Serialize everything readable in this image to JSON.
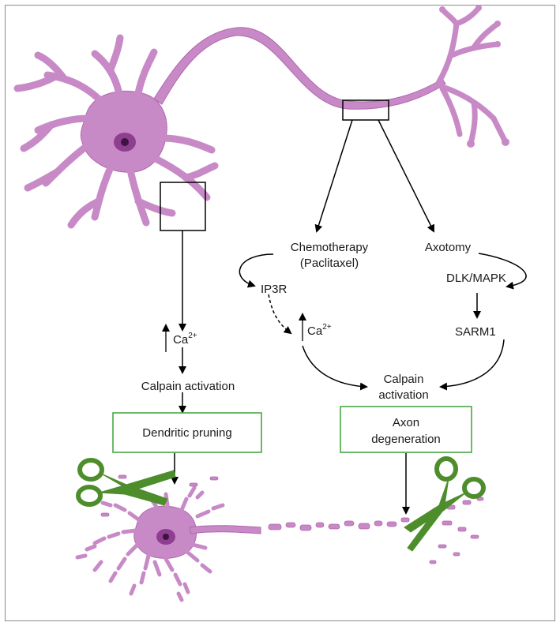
{
  "colors": {
    "neuron_fill": "#c88ac6",
    "neuron_stroke": "#b066ae",
    "nucleus": "#8e3f8f",
    "nucleolus": "#3e1241",
    "scissors": "#4e8d2c",
    "box_border": "#3da23a",
    "arrow": "#000000"
  },
  "labels": {
    "chemotherapy": "Chemotherapy",
    "paclitaxel": "(Paclitaxel)",
    "axotomy": "Axotomy",
    "ip3r": "IP3R",
    "dlk_mapk": "DLK/MAPK",
    "sarm1": "SARM1",
    "ca_left": "Ca",
    "ca_right": "Ca",
    "ca_charge": "2+",
    "calpain_activation_left": "Calpain activation",
    "calpain_right_line1": "Calpain",
    "calpain_right_line2": "activation"
  },
  "boxes": {
    "dendritic_pruning": "Dendritic pruning",
    "axon_line1": "Axon",
    "axon_line2": "degeneration"
  },
  "icons": [
    "scissors-icon",
    "scissors-icon"
  ]
}
